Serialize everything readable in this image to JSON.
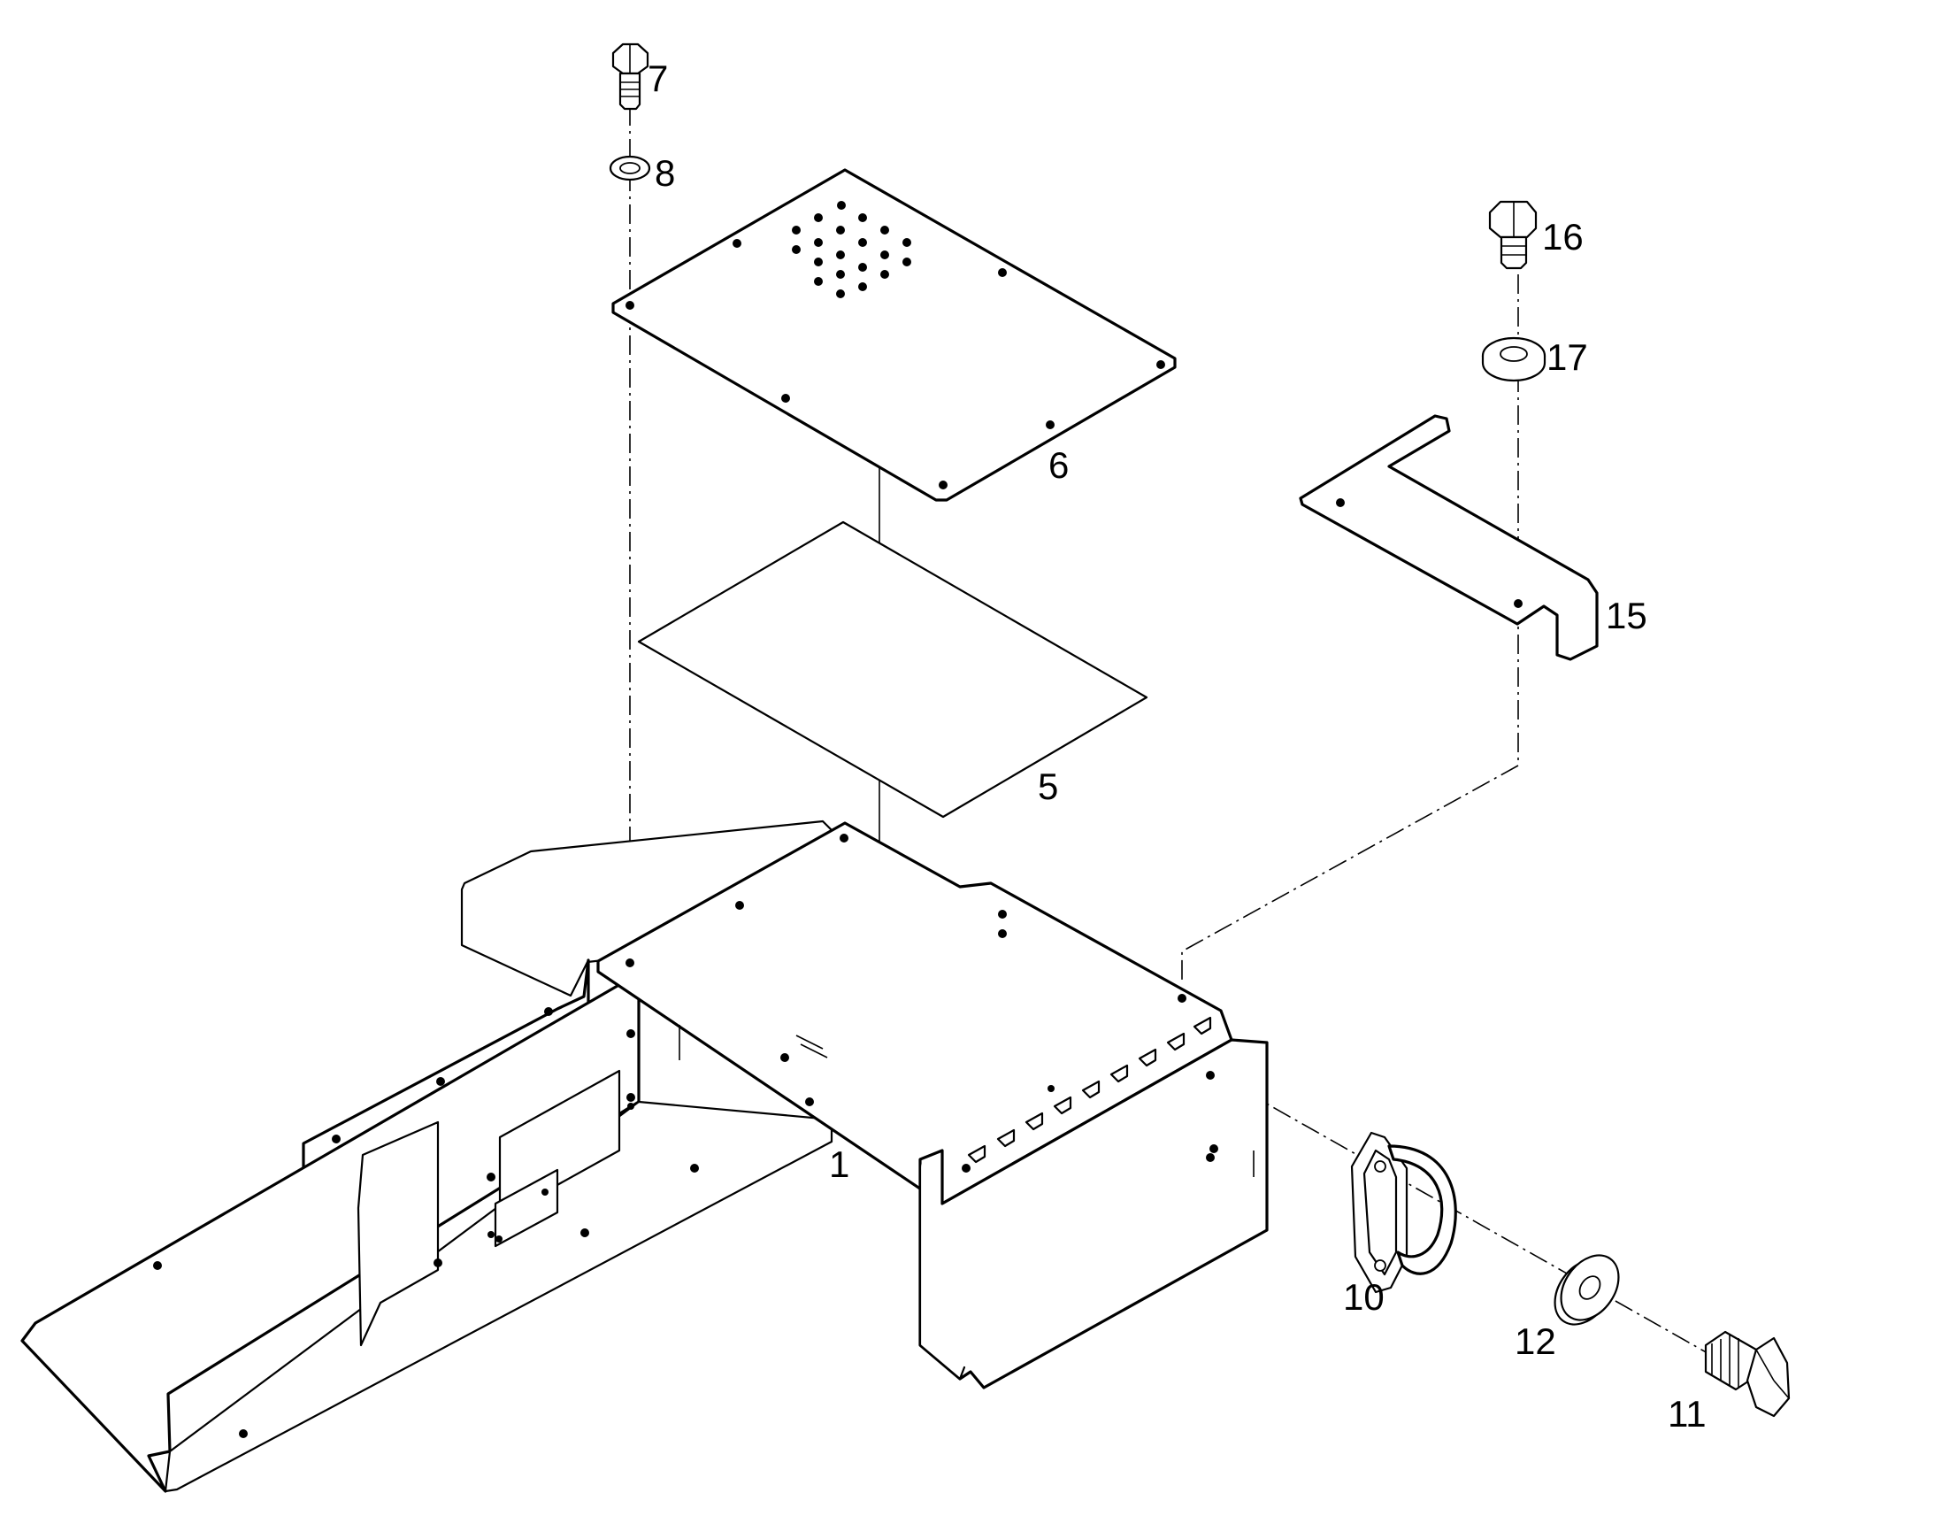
{
  "diagram": {
    "type": "exploded-assembly",
    "callouts": [
      {
        "id": "1",
        "label": "1"
      },
      {
        "id": "5",
        "label": "5"
      },
      {
        "id": "6",
        "label": "6"
      },
      {
        "id": "7",
        "label": "7"
      },
      {
        "id": "8",
        "label": "8"
      },
      {
        "id": "10",
        "label": "10"
      },
      {
        "id": "11",
        "label": "11"
      },
      {
        "id": "12",
        "label": "12"
      },
      {
        "id": "15",
        "label": "15"
      },
      {
        "id": "16",
        "label": "16"
      },
      {
        "id": "17",
        "label": "17"
      }
    ]
  }
}
